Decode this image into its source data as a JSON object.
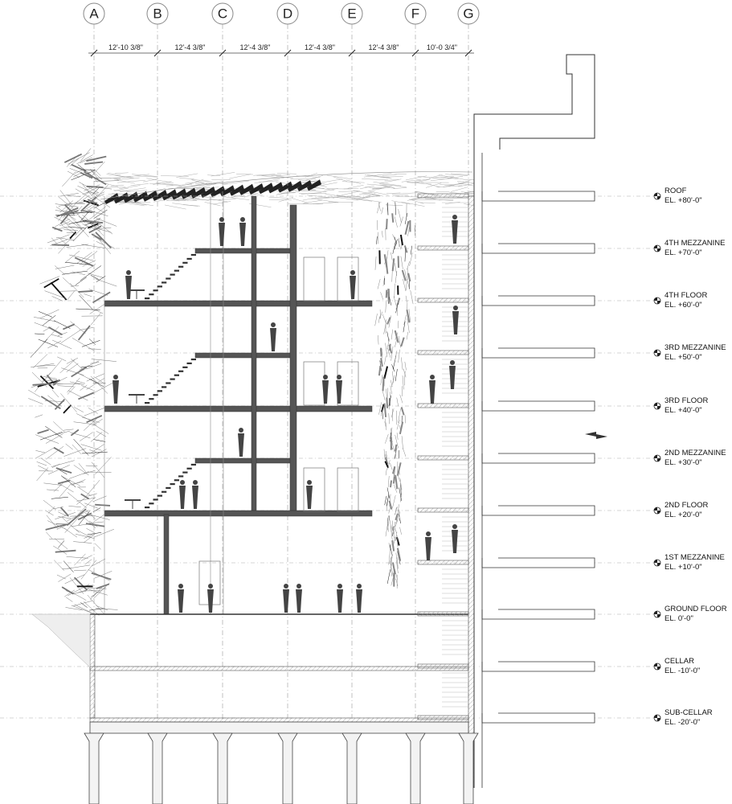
{
  "grid": [
    {
      "label": "A",
      "x": 0
    },
    {
      "label": "B",
      "x": 1
    },
    {
      "label": "C",
      "x": 2
    },
    {
      "label": "D",
      "x": 3
    },
    {
      "label": "E",
      "x": 4
    },
    {
      "label": "F",
      "x": 5
    },
    {
      "label": "G",
      "x": 6
    }
  ],
  "dimensions": [
    "12'-10 3/8\"",
    "12'-4 3/8\"",
    "12'-4 3/8\"",
    "12'-4 3/8\"",
    "12'-4 3/8\"",
    "10'-0 3/4\""
  ],
  "levels": [
    {
      "name": "ROOF",
      "elevation": "EL. +80'-0\""
    },
    {
      "name": "4TH MEZZANINE",
      "elevation": "EL. +70'-0\""
    },
    {
      "name": "4TH FLOOR",
      "elevation": "EL. +60'-0\""
    },
    {
      "name": "3RD MEZZANINE",
      "elevation": "EL. +50'-0\""
    },
    {
      "name": "3RD FLOOR",
      "elevation": "EL. +40'-0\""
    },
    {
      "name": "2ND MEZZANINE",
      "elevation": "EL. +30'-0\""
    },
    {
      "name": "2ND FLOOR",
      "elevation": "EL. +20'-0\""
    },
    {
      "name": "1ST MEZZANINE",
      "elevation": "EL. +10'-0\""
    },
    {
      "name": "GROUND FLOOR",
      "elevation": "EL. 0'-0\""
    },
    {
      "name": "CELLAR",
      "elevation": "EL. -10'-0\""
    },
    {
      "name": "SUB-CELLAR",
      "elevation": "EL. -20'-0\""
    }
  ],
  "colors": {
    "slab": "#555555",
    "line": "#333333",
    "figure": "#444444"
  }
}
